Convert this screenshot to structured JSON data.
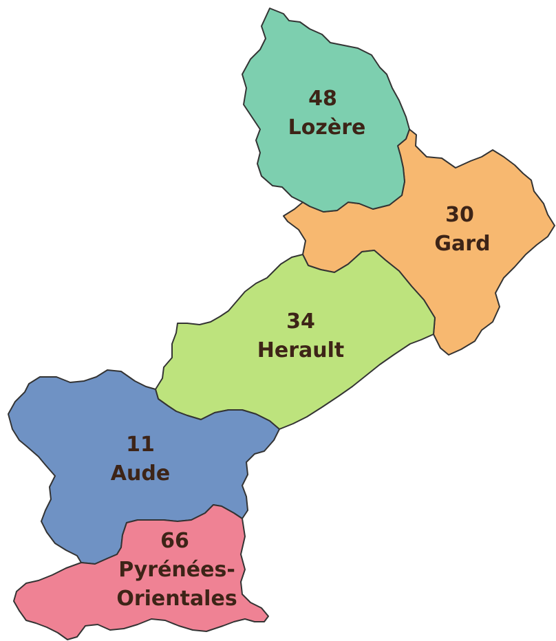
{
  "map": {
    "regions": [
      {
        "id": "lozere",
        "number": "48",
        "name": "Lozère",
        "color": "#7dcfaf"
      },
      {
        "id": "gard",
        "number": "30",
        "name": "Gard",
        "color": "#f7b870"
      },
      {
        "id": "herault",
        "number": "34",
        "name": "Herault",
        "color": "#bde37d"
      },
      {
        "id": "aude",
        "number": "11",
        "name": "Aude",
        "color": "#6f92c4"
      },
      {
        "id": "pyrenees",
        "number": "66",
        "name_line1": "Pyrénées-",
        "name_line2": "Orientales",
        "color": "#ef8294"
      }
    ],
    "border_color": "#333333",
    "label_color": "#3d2417"
  }
}
